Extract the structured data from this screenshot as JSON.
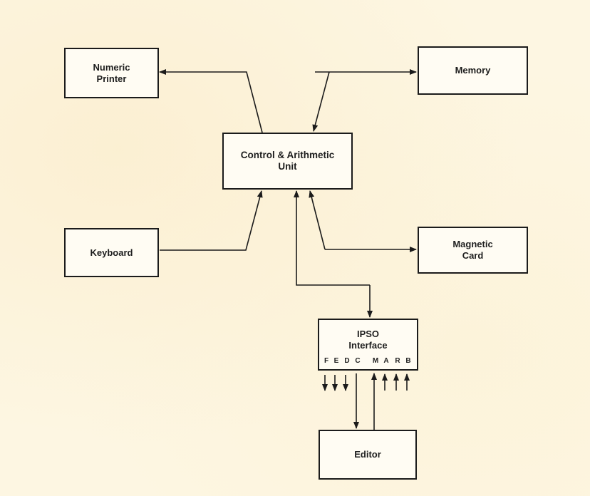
{
  "diagram": {
    "type": "block-diagram",
    "nodes": {
      "printer": {
        "label": "Numeric\nPrinter"
      },
      "memory": {
        "label": "Memory"
      },
      "cpu": {
        "label": "Control & Arithmetic\nUnit"
      },
      "keyboard": {
        "label": "Keyboard"
      },
      "magcard": {
        "label": "Magnetic\nCard"
      },
      "ipso": {
        "label": "IPSO\nInterface"
      },
      "editor": {
        "label": "Editor"
      }
    },
    "ipso_ports": {
      "outputs": [
        "F",
        "E",
        "D",
        "C"
      ],
      "inputs": [
        "M",
        "A",
        "R",
        "B"
      ]
    },
    "edges": [
      {
        "from": "cpu",
        "to": "printer",
        "direction": "one-way"
      },
      {
        "from": "cpu",
        "to": "memory",
        "direction": "two-way"
      },
      {
        "from": "keyboard",
        "to": "cpu",
        "direction": "one-way"
      },
      {
        "from": "cpu",
        "to": "magcard",
        "direction": "two-way"
      },
      {
        "from": "cpu",
        "to": "ipso",
        "direction": "two-way"
      },
      {
        "from": "ipso",
        "to": "editor",
        "port": "C",
        "direction": "one-way"
      },
      {
        "from": "editor",
        "to": "ipso",
        "port": "M",
        "direction": "one-way"
      }
    ],
    "colors": {
      "line": "#1b1b1b",
      "paper": "#fdf6e0",
      "box_fill": "#fffcf3"
    }
  }
}
